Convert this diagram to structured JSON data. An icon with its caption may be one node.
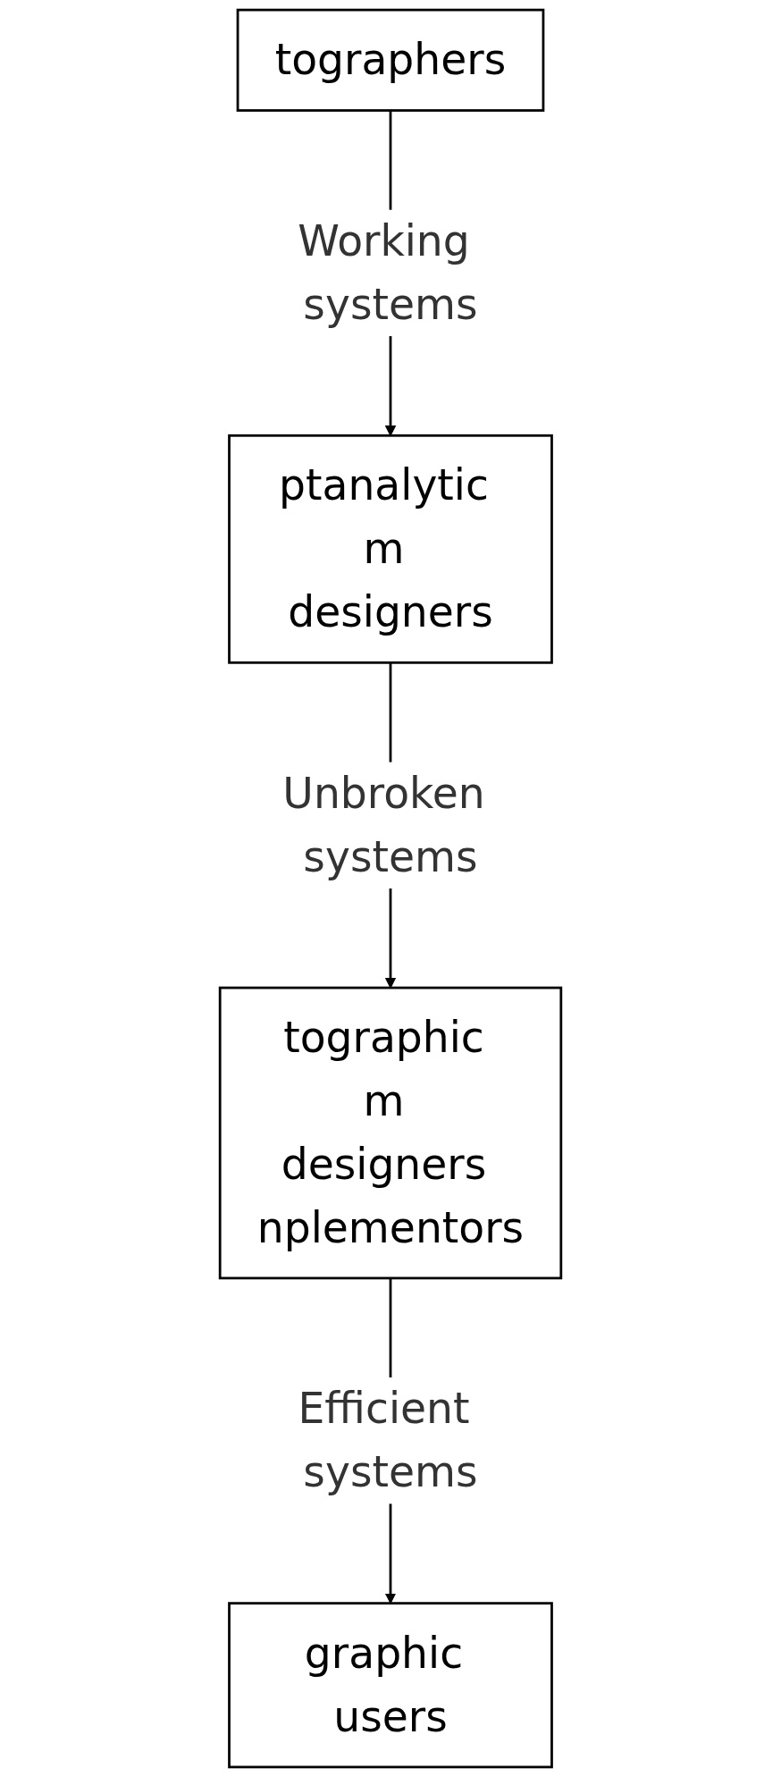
{
  "diagram": {
    "nodes": [
      {
        "text": [
          "tographers"
        ]
      },
      {
        "text": [
          "ptanalytic m designers"
        ]
      },
      {
        "text": [
          "tographic m designers nplementors"
        ]
      },
      {
        "text": [
          "graphic users"
        ]
      }
    ],
    "edges": [
      {
        "from": 0,
        "to": 1,
        "arrow": "to",
        "label": "Working systems"
      },
      {
        "from": 1,
        "to": 2,
        "arrow": "to",
        "label": "Unbroken systems"
      },
      {
        "from": 2,
        "to": 3,
        "arrow": "to",
        "label": "Efficient systems"
      }
    ]
  }
}
